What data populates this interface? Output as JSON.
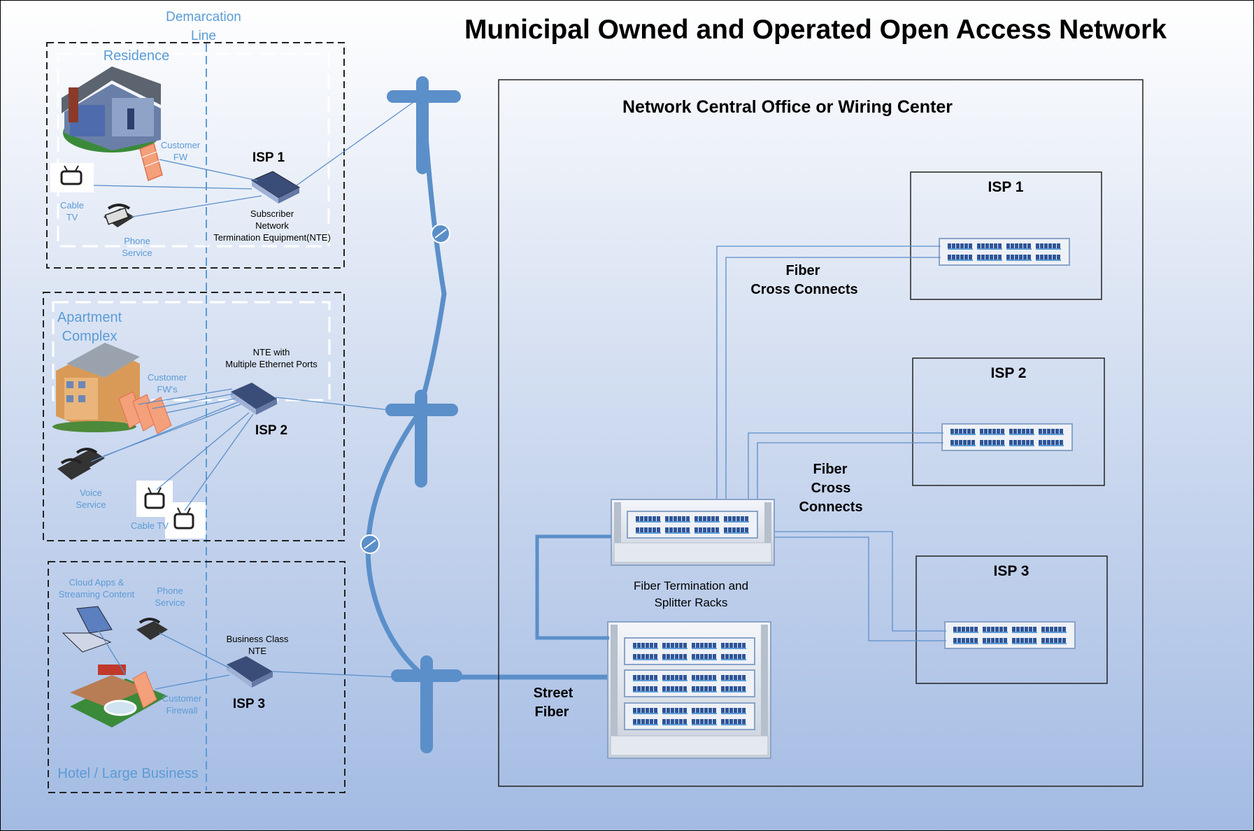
{
  "title": "Municipal Owned and Operated Open Access Network",
  "demarcation": {
    "line1": "Demarcation",
    "line2": "Line"
  },
  "residence": {
    "label": "Residence",
    "customer_fw": {
      "line1": "Customer",
      "line2": "FW"
    },
    "cable_tv": {
      "line1": "Cable",
      "line2": "TV"
    },
    "phone": {
      "line1": "Phone",
      "line2": "Service"
    },
    "isp": "ISP 1",
    "nte": {
      "line1": "Subscriber",
      "line2": "Network",
      "line3": "Termination Equipment(NTE)"
    }
  },
  "apartment": {
    "label_line1": "Apartment",
    "label_line2": "Complex",
    "customer_fws": {
      "line1": "Customer",
      "line2": "FW's"
    },
    "nte": {
      "line1": "NTE with",
      "line2": "Multiple Ethernet Ports"
    },
    "isp": "ISP 2",
    "voice": {
      "line1": "Voice",
      "line2": "Service"
    },
    "cable_tv": "Cable TV"
  },
  "hotel": {
    "label": "Hotel / Large Business",
    "cloud": {
      "line1": "Cloud Apps &",
      "line2": "Streaming Content"
    },
    "phone": {
      "line1": "Phone",
      "line2": "Service"
    },
    "nte": {
      "line1": "Business Class",
      "line2": "NTE"
    },
    "isp": "ISP 3",
    "customer_fw": {
      "line1": "Customer",
      "line2": "Firewall"
    }
  },
  "central_office": {
    "title": "Network Central Office or Wiring Center",
    "isp_boxes": [
      "ISP 1",
      "ISP 2",
      "ISP 3"
    ],
    "cross_connects_1": {
      "line1": "Fiber",
      "line2": "Cross Connects"
    },
    "cross_connects_2": {
      "line1": "Fiber",
      "line2": "Cross",
      "line3": "Connects"
    },
    "racks": {
      "line1": "Fiber Termination and",
      "line2": "Splitter Racks"
    },
    "street_fiber": {
      "line1": "Street",
      "line2": "Fiber"
    }
  },
  "colors": {
    "background_top": "#ffffff",
    "background_bottom": "#9fb7e1",
    "fiber_blue": "#5b8fc9",
    "label_blue": "#5b9bd5",
    "firewall": "#f4a07a"
  }
}
